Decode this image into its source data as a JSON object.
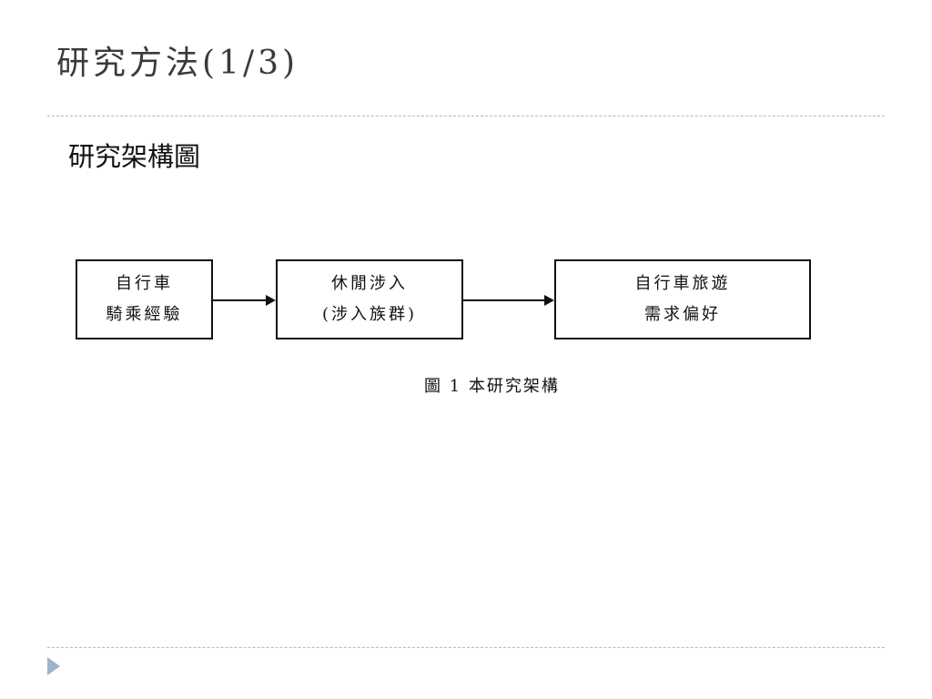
{
  "slide": {
    "title": "研究方法(1/3)",
    "heading": "研究架構圖"
  },
  "diagram": {
    "boxes": [
      {
        "line1": "自行車",
        "line2": "騎乘經驗"
      },
      {
        "line1": "休閒涉入",
        "line2": "(涉入族群)"
      },
      {
        "line1": "自行車旅遊",
        "line2": "需求偏好"
      }
    ],
    "caption": "圖 1  本研究架構"
  },
  "colors": {
    "divider": "#a9bcd0",
    "nav_arrow": "#9fb4cb",
    "box_border": "#111111"
  }
}
